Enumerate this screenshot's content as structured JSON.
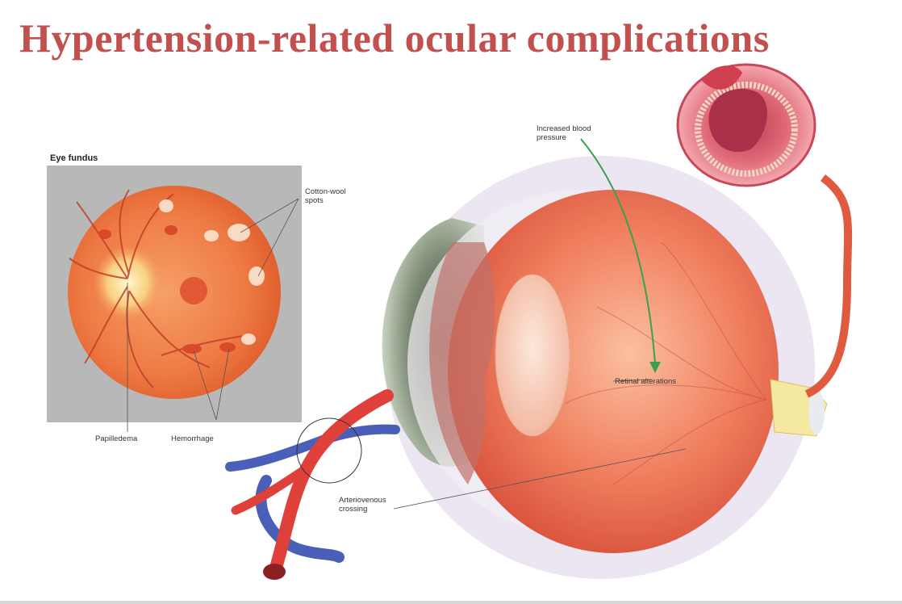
{
  "title": "Hypertension-related ocular complications",
  "fundus_panel": {
    "heading": "Eye fundus",
    "labels": {
      "cotton_wool": [
        "Cotton-wool",
        "spots"
      ],
      "papilledema": "Papilledema",
      "hemorrhage": "Hemorrhage"
    }
  },
  "eye_labels": {
    "increased_bp": [
      "Increased blood",
      "pressure"
    ],
    "retinal": "Retinal alterations",
    "av_crossing": [
      "Arteriovenous",
      "crossing"
    ]
  },
  "colors": {
    "title": "#c1504f",
    "fundus_bg": "#e86a3a",
    "artery": "#e0403a",
    "vein": "#4a5fb8",
    "arrow": "#3aa050"
  }
}
